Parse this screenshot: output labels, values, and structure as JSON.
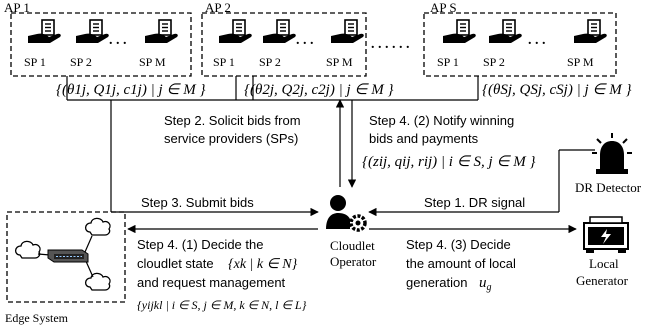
{
  "access_points": [
    {
      "label": "AP 1",
      "providers": [
        "SP 1",
        "SP 2",
        "SP M"
      ],
      "ellipsis": ". . .",
      "bid_set": "{(θ1j, Q1j, c1j) | j ∈ M }"
    },
    {
      "label": "AP 2",
      "providers": [
        "SP 1",
        "SP 2",
        "SP M"
      ],
      "ellipsis": ". . .",
      "bid_set": "{(θ2j, Q2j, c2j) | j ∈ M }"
    },
    {
      "label": "AP S",
      "providers": [
        "SP 1",
        "SP 2",
        "SP M"
      ],
      "ellipsis": ". . .",
      "bid_set": "{(θSj, QSj, cSj) | j ∈ M }"
    }
  ],
  "ap_ellipsis": ". . . . . .",
  "steps": {
    "step2_line1": "Step 2. Solicit bids from",
    "step2_line2": "service providers (SPs)",
    "step4_2_line1": "Step 4. (2) Notify winning",
    "step4_2_line2": "bids and payments",
    "step4_2_set": "{(zij, qij, rij) | i ∈ S, j ∈ M }",
    "step3": "Step 3. Submit bids",
    "step1": "Step 1. DR signal",
    "step4_1_line1": "Step 4. (1) Decide the",
    "step4_1_line2a": "cloudlet state",
    "step4_1_set": "{xk | k ∈ N}",
    "step4_1_line3": "and request management",
    "step4_1_set2": "{yijkl | i ∈ S, j ∈ M, k ∈ N, l ∈ L}",
    "step4_3_line1": "Step 4. (3) Decide",
    "step4_3_line2": "the amount of local",
    "step4_3_line3": "generation"
  },
  "nodes": {
    "operator_line1": "Cloudlet",
    "operator_line2": "Operator",
    "dr_detector": "DR Detector",
    "local_gen_line1": "Local",
    "local_gen_line2": "Generator",
    "edge_system": "Edge System"
  },
  "icons": {
    "sp": "hand-holding-server-icon",
    "operator": "user-gear-icon",
    "dr": "alarm-siren-icon",
    "generator": "power-generator-icon",
    "edge": "cloud-network-switch-icon"
  }
}
